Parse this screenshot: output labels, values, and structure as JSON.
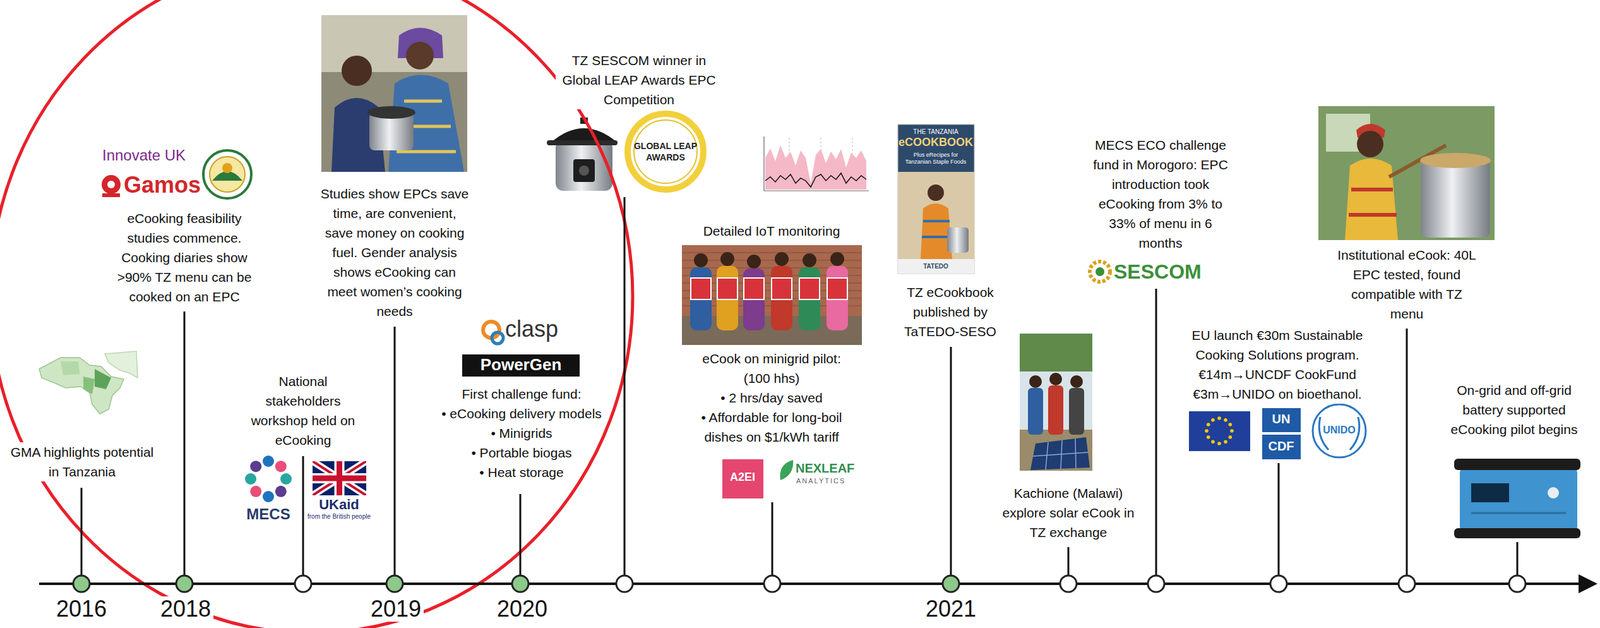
{
  "diagram": {
    "labels": [
      "GMA highlights potential in Tanzania",
      "Innovate UK",
      "Gamos",
      "eCooking feasibility studies commence. Cooking diaries show >90% TZ menu can be cooked on an EPC",
      "National stakeholders workshop held on eCooking",
      "MECS",
      "UKaid",
      "from the British people",
      "Studies show EPCs save time, are convenient, save money on cooking fuel. Gender analysis shows eCooking can meet women’s cooking needs",
      "clasp",
      "PowerGen",
      "First challenge fund:",
      "• eCooking delivery models",
      "• Minigrids",
      "• Portable biogas",
      "• Heat storage",
      "TZ SESCOM winner in Global LEAP Awards EPC Competition",
      "GLOBAL LEAP AWARDS",
      "Detailed IoT monitoring",
      "eCook on minigrid pilot: (100 hhs)",
      "• 2 hrs/day saved",
      "• Affordable for long-boil dishes on $1/kWh tariff",
      "A2EI",
      "NEXLEAF",
      "ANALYTICS",
      "THE TANZANIA",
      "eCOOKBOOK",
      "Plus eRecipes for Tanzanian Staple Foods",
      "TATEDO",
      "TZ eCookbook published by TaTEDO-SESO",
      "Kachione (Malawi) explore solar eCook in TZ exchange",
      "MECS ECO challenge fund in Morogoro: EPC introduction took eCooking from 3% to 33% of menu in 6 months",
      "SESCOM",
      "EU launch €30m Sustainable Cooking Solutions program. €14m→UNCDF CookFund €3m→UNIDO on bioethanol.",
      "UN",
      "CDF",
      "UNIDO",
      "Institutional eCook: 40L EPC tested, found compatible with TZ menu",
      "On-grid and off-grid battery supported eCooking pilot begins",
      "2016",
      "2018",
      "2019",
      "2020",
      "2021"
    ]
  }
}
